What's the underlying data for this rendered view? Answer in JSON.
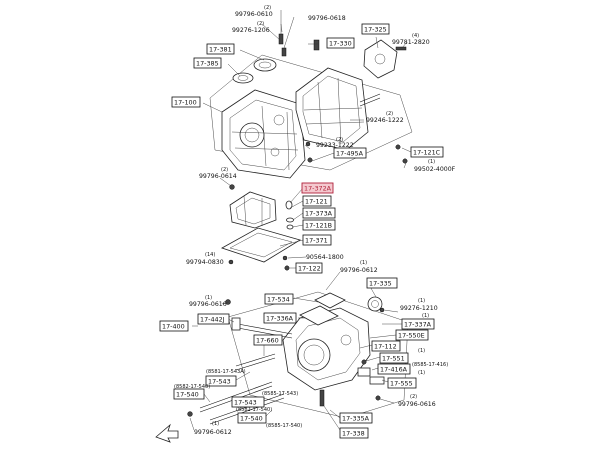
{
  "diagram": {
    "part_labels": {
      "p17_325": "17-325",
      "p17_381": "17-381",
      "p17_385": "17-385",
      "p17_330": "17-330",
      "p17_100": "17-100",
      "p17_495A": "17-495A",
      "p17_121C": "17-121C",
      "p17_372A": "17-372A",
      "p17_121": "17-121",
      "p17_373A": "17-373A",
      "p17_121B": "17-121B",
      "p17_371": "17-371",
      "p17_122": "17-122",
      "p17_335": "17-335",
      "p17_534": "17-534",
      "p17_442J": "17-442J",
      "p17_400": "17-400",
      "p17_336A": "17-336A",
      "p17_337A": "17-337A",
      "p17_550E": "17-550E",
      "p17_660": "17-660",
      "p17_112": "17-112",
      "p17_551": "17-551",
      "p17_416A": "17-416A",
      "p17_543a": "17-543",
      "p17_555": "17-555",
      "p17_540a": "17-540",
      "p17_543b": "17-543",
      "p17_335A": "17-335A",
      "p17_540b": "17-540",
      "p17_338": "17-338"
    },
    "number_labels": {
      "n99796_0610": "99796-0610",
      "n99796_0618": "99796-0618",
      "n99276_1206": "99276-1206",
      "n99781_2820": "99781-2820",
      "n99246_1222": "99246-1222",
      "n99233_1222": "99233-1222",
      "n99796_0614": "99796-0614",
      "n99502_4000F": "99502-4000F",
      "n90564_1800": "90564-1800",
      "n99794_0830": "99794-0830",
      "n99796_0612a": "99796-0612",
      "n99796_0616a": "99796-0616",
      "n99276_1210": "99276-1210",
      "n99796_0616b": "99796-0616",
      "n99796_0612b": "99796-0612"
    },
    "qty_labels": {
      "q_2a": "(2)",
      "q_2b": "(2)",
      "q_4a": "(4)",
      "q_2c": "(2)",
      "q_2d": "(2)",
      "q_2e": "(2)",
      "q_1a": "(1)",
      "q_14": "(14)",
      "q_1b": "(1)",
      "q_1c": "(1)",
      "q_1d": "(1)",
      "q_1e": "(1)",
      "q_1f": "(1)",
      "q_1g": "(1)",
      "q_2f": "(2)",
      "q_1h": "(1)"
    },
    "refs": {
      "r1": "(8581-17-543A)",
      "r2": "(8582-17-540)",
      "r3": "(8585-17-543)",
      "r4": "(8582-17-540)",
      "r5": "(8585-17-416)",
      "r6": "(8585-17-540)"
    }
  }
}
